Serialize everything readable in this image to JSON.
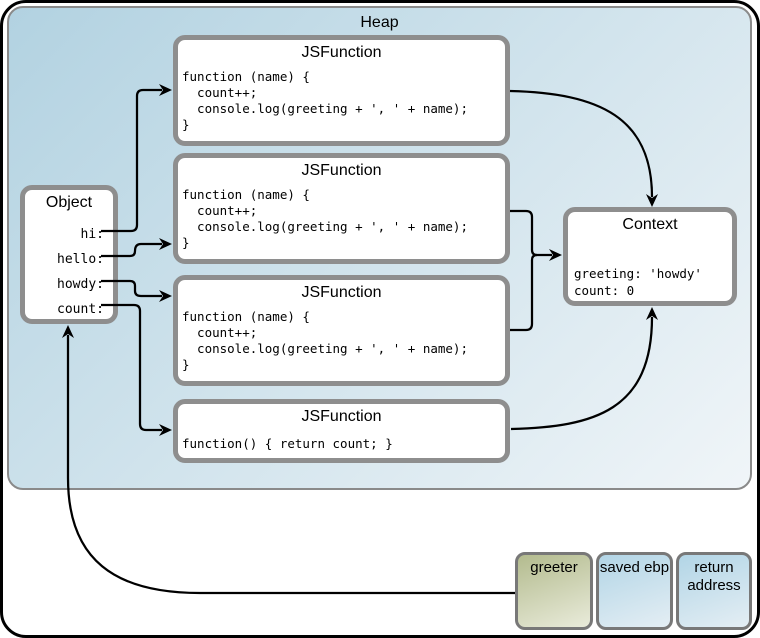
{
  "heap": {
    "title": "Heap",
    "functions": [
      {
        "title": "JSFunction",
        "code": "function (name) {\n  count++;\n  console.log(greeting + ', ' + name);\n}"
      },
      {
        "title": "JSFunction",
        "code": "function (name) {\n  count++;\n  console.log(greeting + ', ' + name);\n}"
      },
      {
        "title": "JSFunction",
        "code": "function (name) {\n  count++;\n  console.log(greeting + ', ' + name);\n}"
      },
      {
        "title": "JSFunction",
        "code": "function() { return count; }"
      }
    ],
    "object": {
      "title": "Object",
      "properties": [
        "hi:",
        "hello:",
        "howdy:",
        "count:"
      ]
    },
    "context": {
      "title": "Context",
      "body": "greeting: 'howdy'\ncount: 0"
    }
  },
  "stack": {
    "frames": [
      {
        "label": "greeter"
      },
      {
        "label": "saved ebp"
      },
      {
        "label": "return address"
      }
    ]
  },
  "colors": {
    "text": "#000000",
    "frame": "#000000",
    "arrow": "#000000",
    "heap_top": "#b2d2e1",
    "heap_bottom": "#f0f5f8",
    "heap_border": "#8a8a8a",
    "box_border": "#8e8e8e",
    "stack_border": "#787878",
    "greeter_top": "#b3bb8e",
    "greeter_bottom": "#e9ebda",
    "stack_top": "#b2d5e6",
    "stack_bottom": "#e4eef4"
  }
}
